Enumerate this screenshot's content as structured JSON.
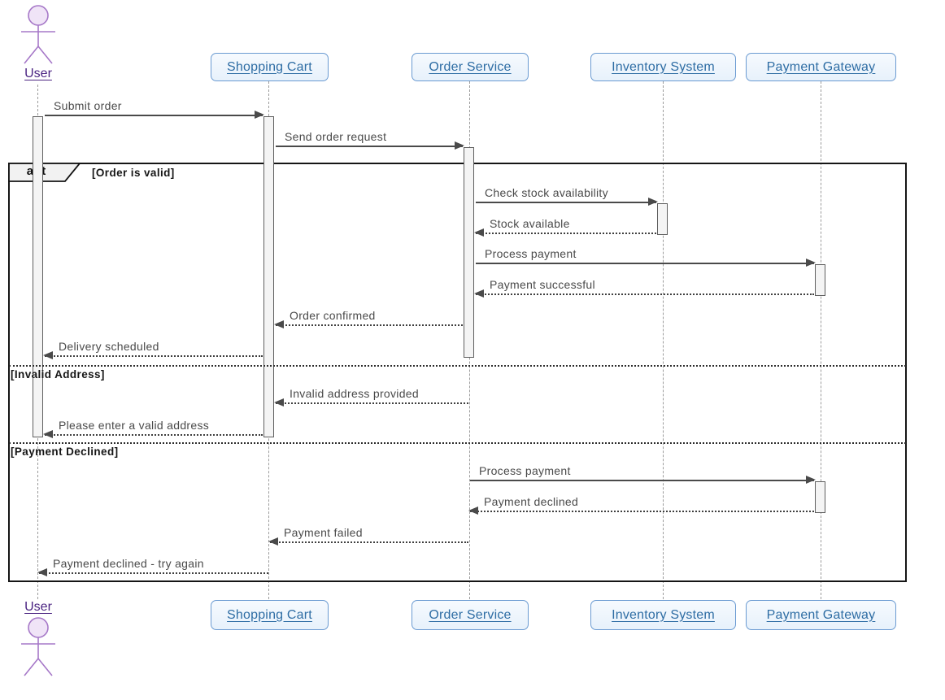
{
  "diagram": {
    "type": "uml-sequence",
    "participants": [
      {
        "name": "User",
        "kind": "actor"
      },
      {
        "name": "Shopping Cart",
        "kind": "participant"
      },
      {
        "name": "Order Service",
        "kind": "participant"
      },
      {
        "name": "Inventory System",
        "kind": "participant"
      },
      {
        "name": "Payment Gateway",
        "kind": "participant"
      }
    ],
    "fragment": {
      "operator": "alt",
      "guards": [
        "[Order is valid]",
        "[Invalid Address]",
        "[Payment Declined]"
      ]
    },
    "messages": [
      {
        "from": "User",
        "to": "Shopping Cart",
        "label": "Submit order",
        "style": "solid"
      },
      {
        "from": "Shopping Cart",
        "to": "Order Service",
        "label": "Send order request",
        "style": "solid"
      },
      {
        "from": "Order Service",
        "to": "Inventory System",
        "label": "Check stock availability",
        "style": "solid"
      },
      {
        "from": "Inventory System",
        "to": "Order Service",
        "label": "Stock available",
        "style": "dotted"
      },
      {
        "from": "Order Service",
        "to": "Payment Gateway",
        "label": "Process payment",
        "style": "solid"
      },
      {
        "from": "Payment Gateway",
        "to": "Order Service",
        "label": "Payment successful",
        "style": "dotted"
      },
      {
        "from": "Order Service",
        "to": "Shopping Cart",
        "label": "Order confirmed",
        "style": "dotted"
      },
      {
        "from": "Shopping Cart",
        "to": "User",
        "label": "Delivery scheduled",
        "style": "dotted"
      },
      {
        "from": "Order Service",
        "to": "Shopping Cart",
        "label": "Invalid address provided",
        "style": "dotted"
      },
      {
        "from": "Shopping Cart",
        "to": "User",
        "label": "Please enter a valid address",
        "style": "dotted"
      },
      {
        "from": "Order Service",
        "to": "Payment Gateway",
        "label": "Process payment",
        "style": "solid"
      },
      {
        "from": "Payment Gateway",
        "to": "Order Service",
        "label": "Payment declined",
        "style": "dotted"
      },
      {
        "from": "Order Service",
        "to": "Shopping Cart",
        "label": "Payment failed",
        "style": "dotted"
      },
      {
        "from": "Shopping Cart",
        "to": "User",
        "label": "Payment declined - try again",
        "style": "dotted"
      }
    ],
    "colors": {
      "participant_fill": "#eaf3fc",
      "participant_border": "#6b9bd2",
      "participant_text": "#2e6da4",
      "actor_stroke": "#a678c8",
      "actor_head_fill": "#f0e4f7",
      "actor_text": "#4b2482",
      "message": "#4a4a4a",
      "frame_border": "#151515",
      "lifeline": "#9c9c9c",
      "activation_fill": "#f4f4f4"
    }
  }
}
